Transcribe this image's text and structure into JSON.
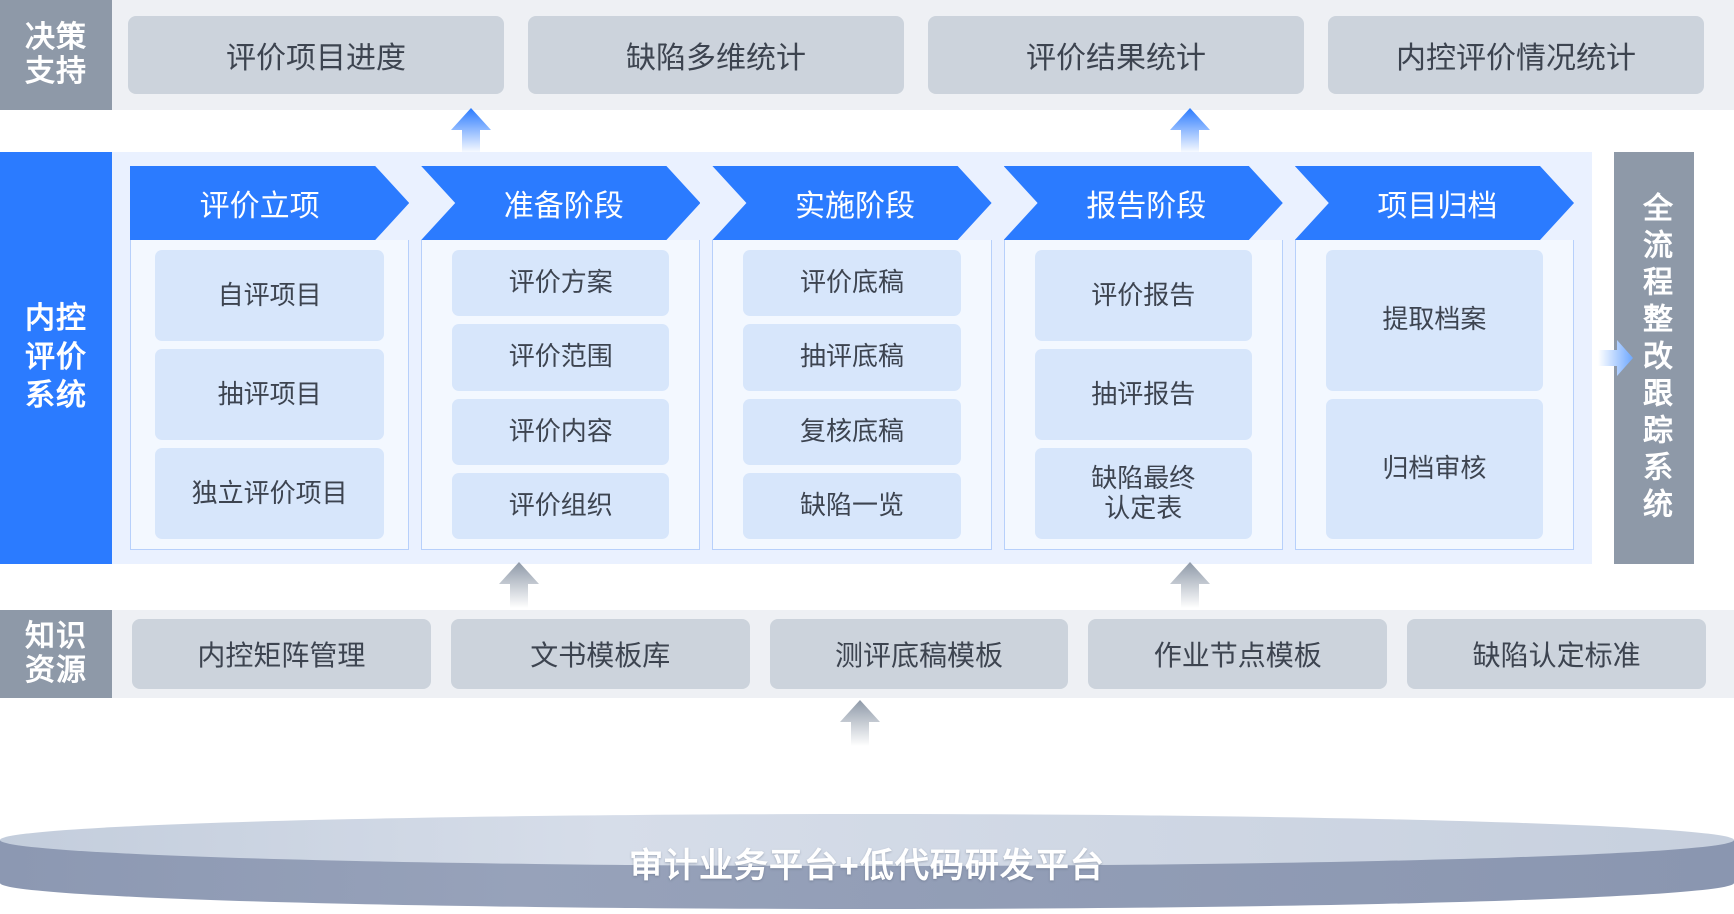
{
  "colors": {
    "accent_blue": "#2b7bff",
    "stage_body": "#f3f8ff",
    "flow_bg": "#eaf1ff",
    "flow_item": "#d7e6fb",
    "gray_label": "#8e99a8",
    "gray_band": "#eef0f4",
    "gray_card": "#ccd3dc",
    "text_dark": "#3d4450",
    "platform_top": "#cdd5e2",
    "platform_side": "#8e9ab4"
  },
  "decision": {
    "label_lines": [
      "决策",
      "支持"
    ],
    "cards": [
      "评价项目进度",
      "缺陷多维统计",
      "评价结果统计",
      "内控评价情况统计"
    ]
  },
  "flow": {
    "label_lines": [
      "内控",
      "评价",
      "系统"
    ],
    "right_system": "全流程整改跟踪系统",
    "stages": [
      {
        "title": "评价立项",
        "items": [
          "自评项目",
          "抽评项目",
          "独立评价项目"
        ]
      },
      {
        "title": "准备阶段",
        "items": [
          "评价方案",
          "评价范围",
          "评价内容",
          "评价组织"
        ]
      },
      {
        "title": "实施阶段",
        "items": [
          "评价底稿",
          "抽评底稿",
          "复核底稿",
          "缺陷一览"
        ]
      },
      {
        "title": "报告阶段",
        "items": [
          "评价报告",
          "抽评报告",
          "缺陷最终\n认定表"
        ]
      },
      {
        "title": "项目归档",
        "items": [
          "提取档案",
          "归档审核"
        ]
      }
    ]
  },
  "knowledge": {
    "label_lines": [
      "知识",
      "资源"
    ],
    "cards": [
      "内控矩阵管理",
      "文书模板库",
      "测评底稿模板",
      "作业节点模板",
      "缺陷认定标准"
    ]
  },
  "platform": {
    "title": "审计业务平台+低代码研发平台"
  },
  "connectors": {
    "up_blue_1": "arrow-up-icon",
    "up_blue_2": "arrow-up-icon",
    "up_gray_1": "arrow-up-icon",
    "up_gray_2": "arrow-up-icon",
    "up_gray_3": "arrow-up-icon",
    "right_blue": "arrow-right-icon"
  }
}
